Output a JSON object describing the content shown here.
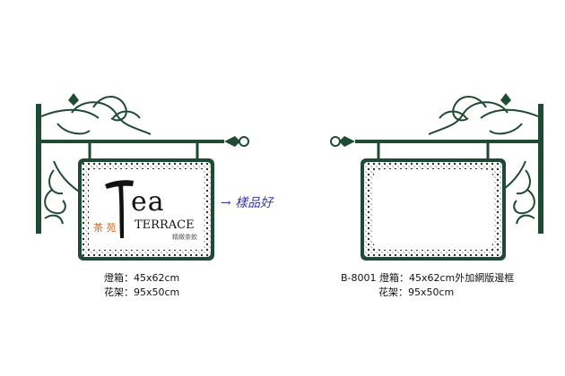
{
  "colors": {
    "iron": "#1f4a33",
    "logo_black": "#111111",
    "logo_orange": "#e0611a",
    "logo_small": "#555555",
    "note_blue": "#3a3aa0",
    "frame_pattern": "#2f2f2f"
  },
  "left_sign": {
    "logo": {
      "brand_word_rest": "ea",
      "chinese_name": "茶 苑",
      "english_name": "TERRACE",
      "tagline": "精緻茶飲"
    },
    "handwritten_note": "→ 樣品好",
    "caption_line1": "燈箱：45x62cm",
    "caption_line2": "花架：95x50cm"
  },
  "right_sign": {
    "caption_line1": "B-8001 燈箱：45x62cm外加網版邊框",
    "caption_line2": "花架：95x50cm"
  }
}
